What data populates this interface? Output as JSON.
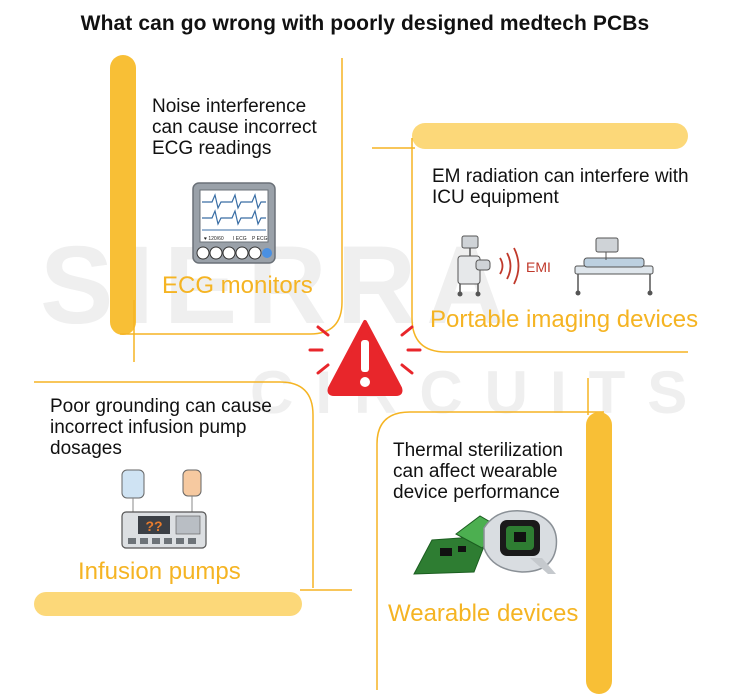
{
  "title": "What can go wrong with poorly designed medtech PCBs",
  "watermark": {
    "line1": "SIERRA",
    "line2": "CIRCUITS"
  },
  "panels": [
    {
      "description": "Noise interference can cause incorrect ECG readings",
      "label": "ECG monitors",
      "device_text": {
        "rate": "♥ 120/60",
        "lead": "I  ECG",
        "mode": "P  ECG"
      }
    },
    {
      "description": "EM radiation can interfere with ICU equipment",
      "label": "Portable imaging devices",
      "emi_text": "EMI"
    },
    {
      "description": "Poor grounding can cause incorrect infusion pump dosages",
      "label": "Infusion pumps",
      "pump_text": "??"
    },
    {
      "description": "Thermal sterilization can affect wearable device performance",
      "label": "Wearable devices"
    }
  ],
  "colors": {
    "accent": "#f5b423",
    "accent_light": "#fcd879",
    "warning": "#e8262b",
    "emi": "#c0392b"
  },
  "icons": [
    "warning-icon",
    "ecg-monitor-icon",
    "icu-equipment-icon",
    "infusion-pump-icon",
    "smartwatch-icon"
  ]
}
